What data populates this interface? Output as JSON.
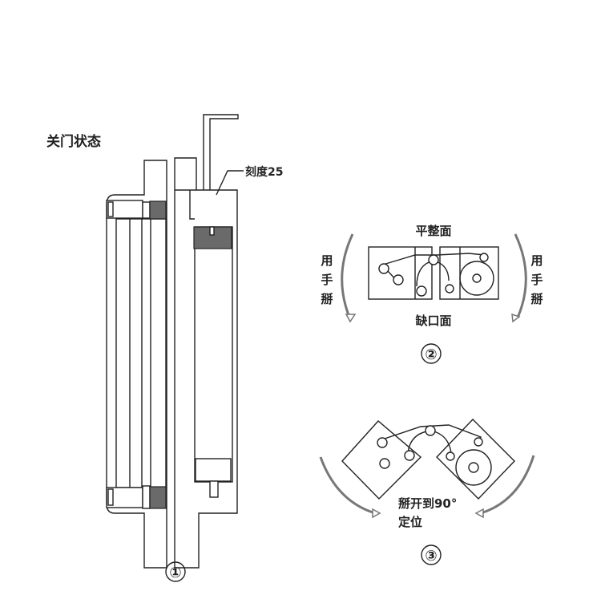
{
  "diagram1": {
    "title": "关门状态",
    "scale_label": "刻度25",
    "step_label": "①"
  },
  "diagram2": {
    "top_label": "平整面",
    "bottom_label": "缺口面",
    "left_side_chars": [
      "用",
      "手",
      "掰"
    ],
    "right_side_chars": [
      "用",
      "手",
      "掰"
    ],
    "step_label": "②"
  },
  "diagram3": {
    "caption_line1": "掰开到90°",
    "caption_line2": "定位",
    "step_label": "③"
  }
}
